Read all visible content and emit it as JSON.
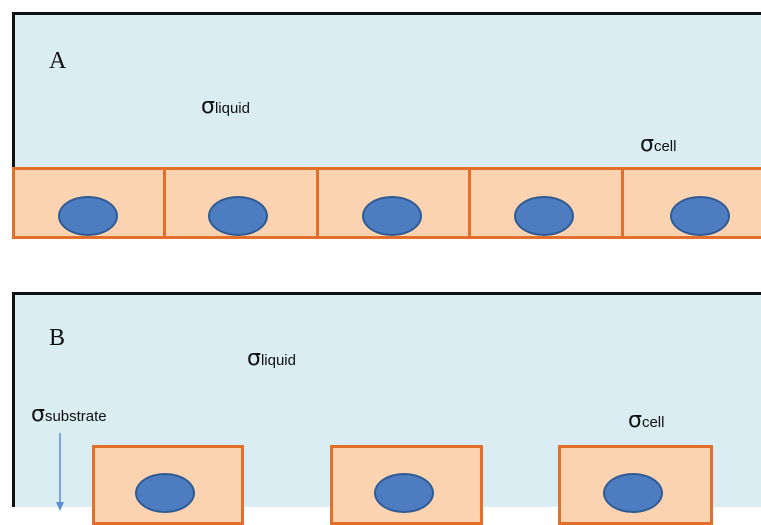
{
  "panel_a": {
    "letter": "A",
    "liquid_label": {
      "symbol": "σ",
      "sub": "liquid"
    },
    "cell_label": {
      "symbol": "σ",
      "sub": "cell"
    },
    "cell_count": 5
  },
  "panel_b": {
    "letter": "B",
    "liquid_label": {
      "symbol": "σ",
      "sub": "liquid"
    },
    "substrate_label": {
      "symbol": "σ",
      "sub": "substrate"
    },
    "cell_label": {
      "symbol": "σ",
      "sub": "cell"
    },
    "cell_count": 3
  },
  "colors": {
    "liquid": "#daedf3",
    "cell_fill": "#fbd3b0",
    "cell_border": "#e46f2a",
    "nucleus": "#4d7cc1",
    "arrow": "#5b8fd0"
  }
}
